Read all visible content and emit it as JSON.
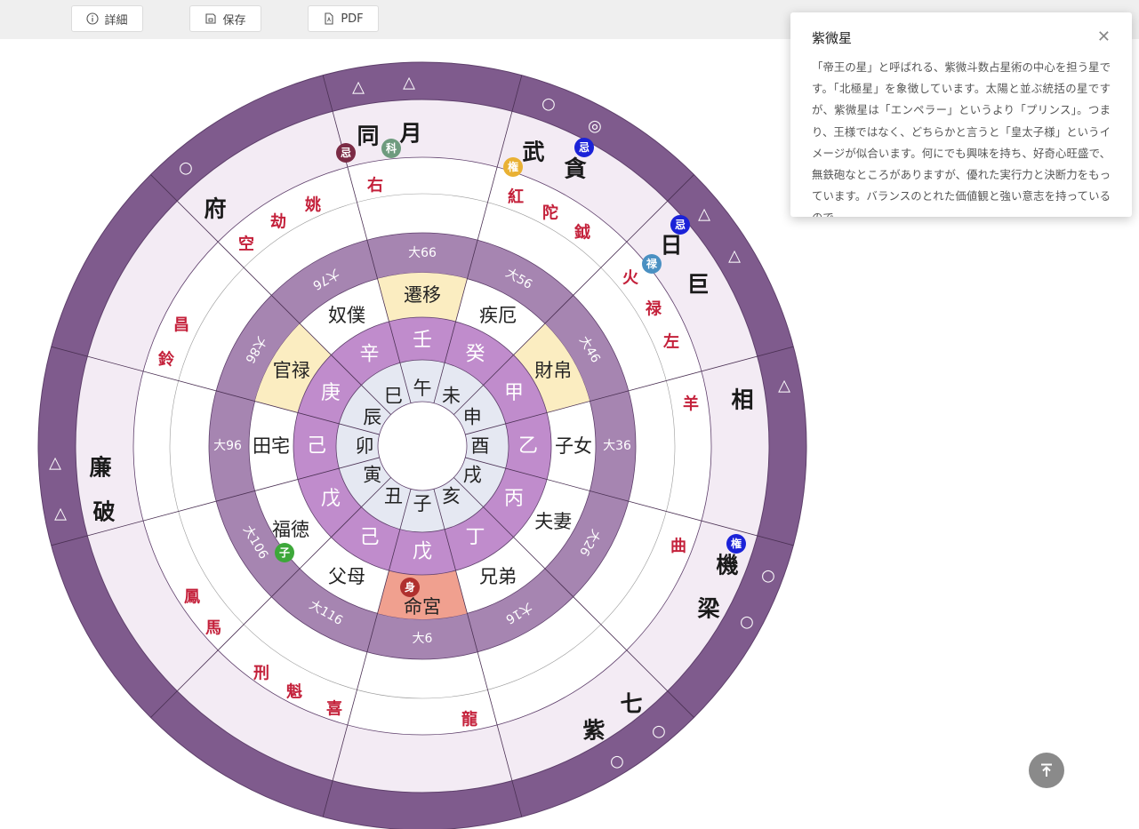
{
  "toolbar": {
    "details_label": "詳細",
    "details_icon": "info-circle-icon",
    "save_label": "保存",
    "save_icon": "floppy-disk-icon",
    "pdf_label": "PDF",
    "pdf_icon": "pdf-file-icon"
  },
  "popup": {
    "title": "紫微星",
    "close_icon": "close-icon",
    "body": "「帝王の星」と呼ばれる、紫微斗数占星術の中心を担う星です。「北極星」を象徴しています。太陽と並ぶ統括の星ですが、紫微星は「エンペラー」というより「プリンス」。つまり、王様ではなく、どちらかと言うと「皇太子様」というイメージが似合います。何にでも興味を持ち、好奇心旺盛で、無鉄砲なところがありますが、優れた実行力と決断力をもっています。バランスのとれた価値観と強い意志を持っているので"
  },
  "scroll_top_icon": "arrow-to-top-icon",
  "colors": {
    "outer_ring": "#7f5b8d",
    "daigen_ring": "#a685b1",
    "stem_ring": "#c08ccc",
    "branch_ring": "#e5e8f2",
    "star_ring": "#f3ebf4",
    "palace_highlight": "#fbedc1",
    "life_palace": "#f0a08f",
    "minor_star": "#c4213b",
    "major_star": "#1a1a1a"
  },
  "chart": {
    "sectors": [
      {
        "branch": "午",
        "stem": "壬",
        "palace": "遷移",
        "daigen": "大66",
        "highlight": "palace_highlight",
        "major": [
          "同",
          "月"
        ],
        "badges": [
          {
            "label": "忌",
            "color": "#7b2b45"
          },
          {
            "label": "科",
            "color": "#6e9b7e"
          }
        ],
        "minor": [
          "右"
        ],
        "marks": [
          "△",
          "△"
        ]
      },
      {
        "branch": "未",
        "stem": "癸",
        "palace": "疾厄",
        "daigen": "大56",
        "major": [
          "武",
          "貪"
        ],
        "badges": [
          {
            "label": "権",
            "color": "#e9b133"
          },
          {
            "label": "忌",
            "color": "#1b22d8"
          }
        ],
        "minor": [
          "紅",
          "陀",
          "鉞"
        ],
        "marks": [
          "○",
          "◎"
        ]
      },
      {
        "branch": "申",
        "stem": "甲",
        "palace": "財帛",
        "daigen": "大46",
        "highlight": "palace_highlight",
        "major": [
          "日",
          "巨"
        ],
        "badges": [
          {
            "label": "忌",
            "color": "#1b22d8"
          },
          {
            "label": "禄",
            "color": "#4a90c2"
          }
        ],
        "minor": [
          "火",
          "禄",
          "左"
        ],
        "marks": [
          "△",
          "△"
        ]
      },
      {
        "branch": "酉",
        "stem": "乙",
        "palace": "子女",
        "daigen": "大36",
        "major": [
          "相"
        ],
        "badges": [],
        "minor": [
          "羊"
        ],
        "marks": [
          "△"
        ]
      },
      {
        "branch": "戌",
        "stem": "丙",
        "palace": "夫妻",
        "daigen": "大26",
        "major": [
          "機",
          "梁"
        ],
        "badges": [
          {
            "label": "権",
            "color": "#1b22d8"
          }
        ],
        "minor": [
          "曲"
        ],
        "marks": [
          "○",
          "○"
        ]
      },
      {
        "branch": "亥",
        "stem": "丁",
        "palace": "兄弟",
        "daigen": "大16",
        "major": [
          "七",
          "紫"
        ],
        "badges": [],
        "minor": [],
        "marks": [
          "○",
          "○"
        ]
      },
      {
        "branch": "子",
        "stem": "戊",
        "palace": "命宮",
        "daigen": "大6",
        "highlight": "life_palace",
        "major": [],
        "badges": [],
        "minor": [
          "龍"
        ],
        "marks": [],
        "palace_badge": {
          "label": "身",
          "color": "#b0302e"
        }
      },
      {
        "branch": "丑",
        "stem": "己",
        "palace": "父母",
        "daigen": "大116",
        "major": [],
        "badges": [],
        "minor": [
          "刑",
          "魁",
          "喜"
        ],
        "marks": []
      },
      {
        "branch": "寅",
        "stem": "戊",
        "palace": "福徳",
        "daigen": "大106",
        "major": [],
        "badges": [],
        "minor": [
          "鳳",
          "馬"
        ],
        "marks": [],
        "palace_badge": {
          "label": "子",
          "color": "#3da83a"
        }
      },
      {
        "branch": "卯",
        "stem": "己",
        "palace": "田宅",
        "daigen": "大96",
        "major": [
          "廉",
          "破"
        ],
        "badges": [],
        "minor": [],
        "marks": [
          "△",
          "△"
        ]
      },
      {
        "branch": "辰",
        "stem": "庚",
        "palace": "官禄",
        "daigen": "大86",
        "highlight": "palace_highlight",
        "major": [],
        "badges": [],
        "minor": [
          "昌",
          "鈴"
        ],
        "marks": []
      },
      {
        "branch": "巳",
        "stem": "辛",
        "palace": "奴僕",
        "daigen": "大76",
        "major": [
          "府"
        ],
        "badges": [],
        "minor": [
          "空",
          "劫",
          "姚"
        ],
        "marks": [
          "○"
        ]
      }
    ]
  }
}
